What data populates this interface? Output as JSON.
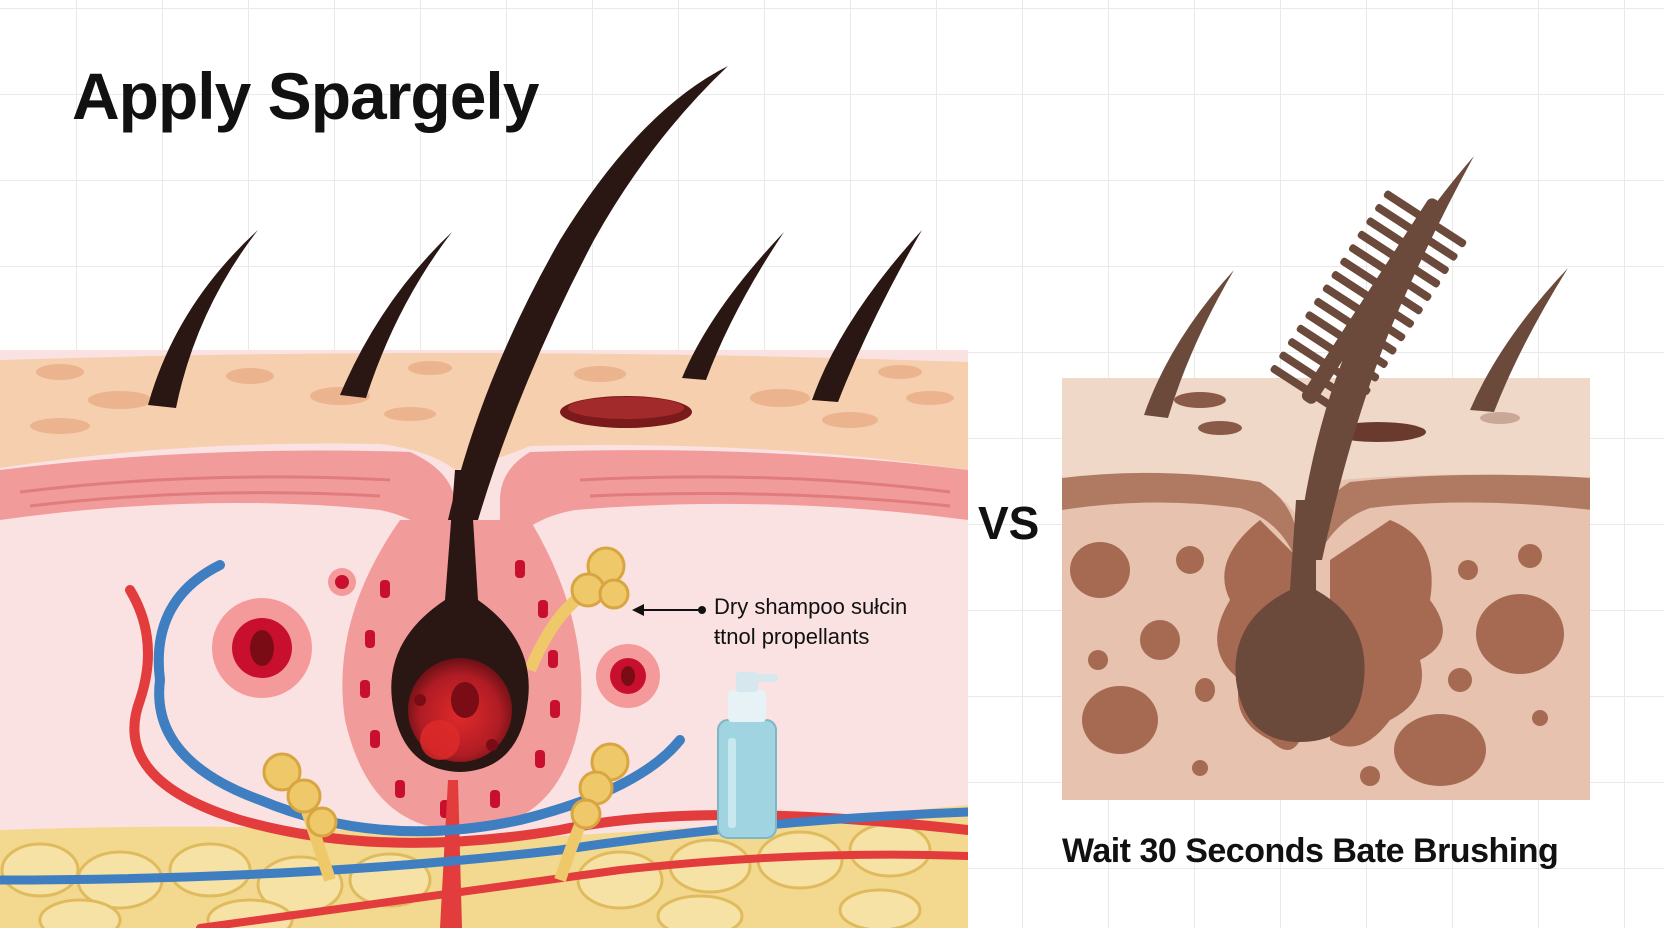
{
  "title": "Apply Spargely",
  "vs_label": "VS",
  "callout": {
    "line1": "Dry shampoo sułcin",
    "line2": "ŧtnol propellants"
  },
  "caption": "Wait 30 Seconds Bate Brushing",
  "colors": {
    "epidermis": "#f6cfae",
    "dermis_pink": "#f29b9b",
    "dermis_bg": "#fbe2e2",
    "fat": "#f3d98f",
    "hair": "#2a1612",
    "follicle_red": "#c8102e",
    "vein_blue": "#3f7fc1",
    "artery_red": "#e23c3c",
    "gland_yellow": "#efc86a",
    "bottle_blue": "#9fd4e0",
    "right_skin_top": "#efd8c8",
    "right_dermis": "#e3b8a2",
    "right_spots": "#a66a52",
    "right_hair": "#6b4a3c"
  }
}
